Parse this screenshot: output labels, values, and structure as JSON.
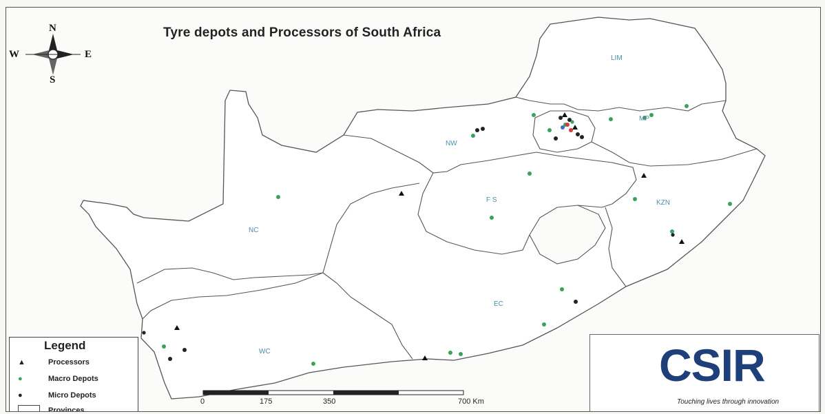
{
  "title": "Tyre depots and Processors of South Africa",
  "compass": {
    "n": "N",
    "s": "S",
    "e": "E",
    "w": "W"
  },
  "provinces": {
    "lim": "LIM",
    "mp": "MP",
    "nw": "NW",
    "fs": "F S",
    "kzn": "KZN",
    "nc": "NC",
    "ec": "EC",
    "wc": "WC"
  },
  "legend": {
    "title": "Legend",
    "processors": "Processors",
    "macro": "Macro Depots",
    "micro": "Micro Depots",
    "provinces": "Provinces"
  },
  "scale": {
    "s0": "0",
    "s1": "175",
    "s2": "350",
    "s3": "700 Km"
  },
  "logo": {
    "name": "CSIR",
    "tagline": "Touching lives through innovation"
  },
  "colors": {
    "macro": "#3aa35a",
    "processor": "#111111",
    "micro": "#222222",
    "label": "#4a8fa8"
  }
}
